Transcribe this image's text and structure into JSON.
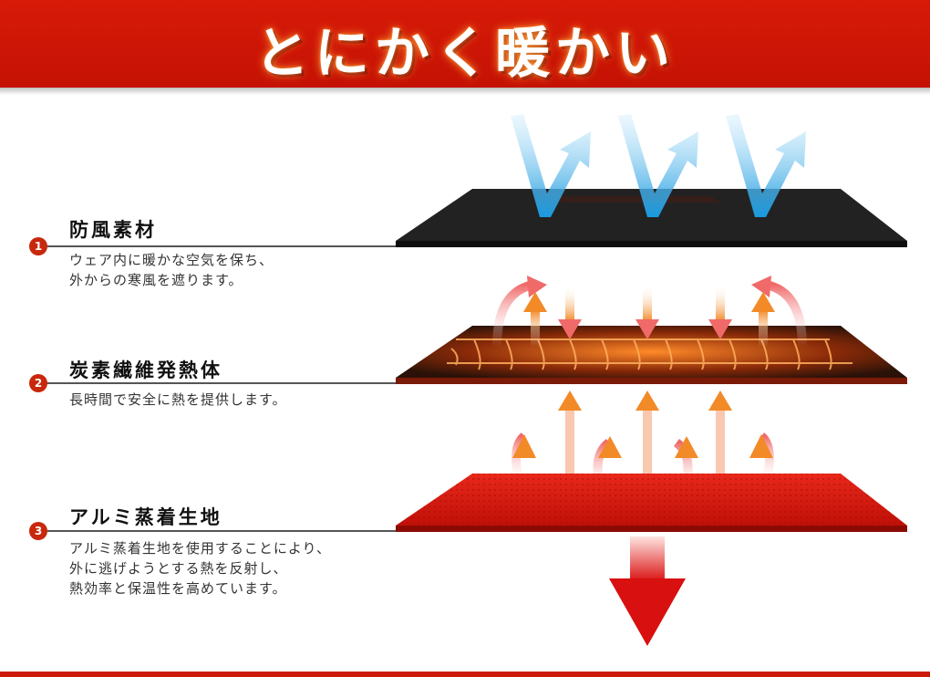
{
  "title": "とにかく暖かい",
  "layers": [
    {
      "number": "1",
      "title": "防風素材",
      "desc": [
        "ウェア内に暖かな空気を保ち、",
        "外からの寒風を遮ります。"
      ]
    },
    {
      "number": "2",
      "title": "炭素繊維発熱体",
      "desc": [
        "長時間で安全に熱を提供します。"
      ]
    },
    {
      "number": "3",
      "title": "アルミ蒸着生地",
      "desc": [
        "アルミ蒸着生地を使用することにより、",
        "外に逃げようとする熱を反射し、",
        "熱効率と保温性を高めています。"
      ]
    }
  ],
  "colors": {
    "banner": "#d81a08",
    "accent": "#c8280c",
    "black_layer": "#1e1e1e",
    "heater_layer": "#2a1208",
    "red_layer": "#d81c10",
    "arrow_blue": "#1a9ae0",
    "arrow_orange": "#f28a28"
  }
}
